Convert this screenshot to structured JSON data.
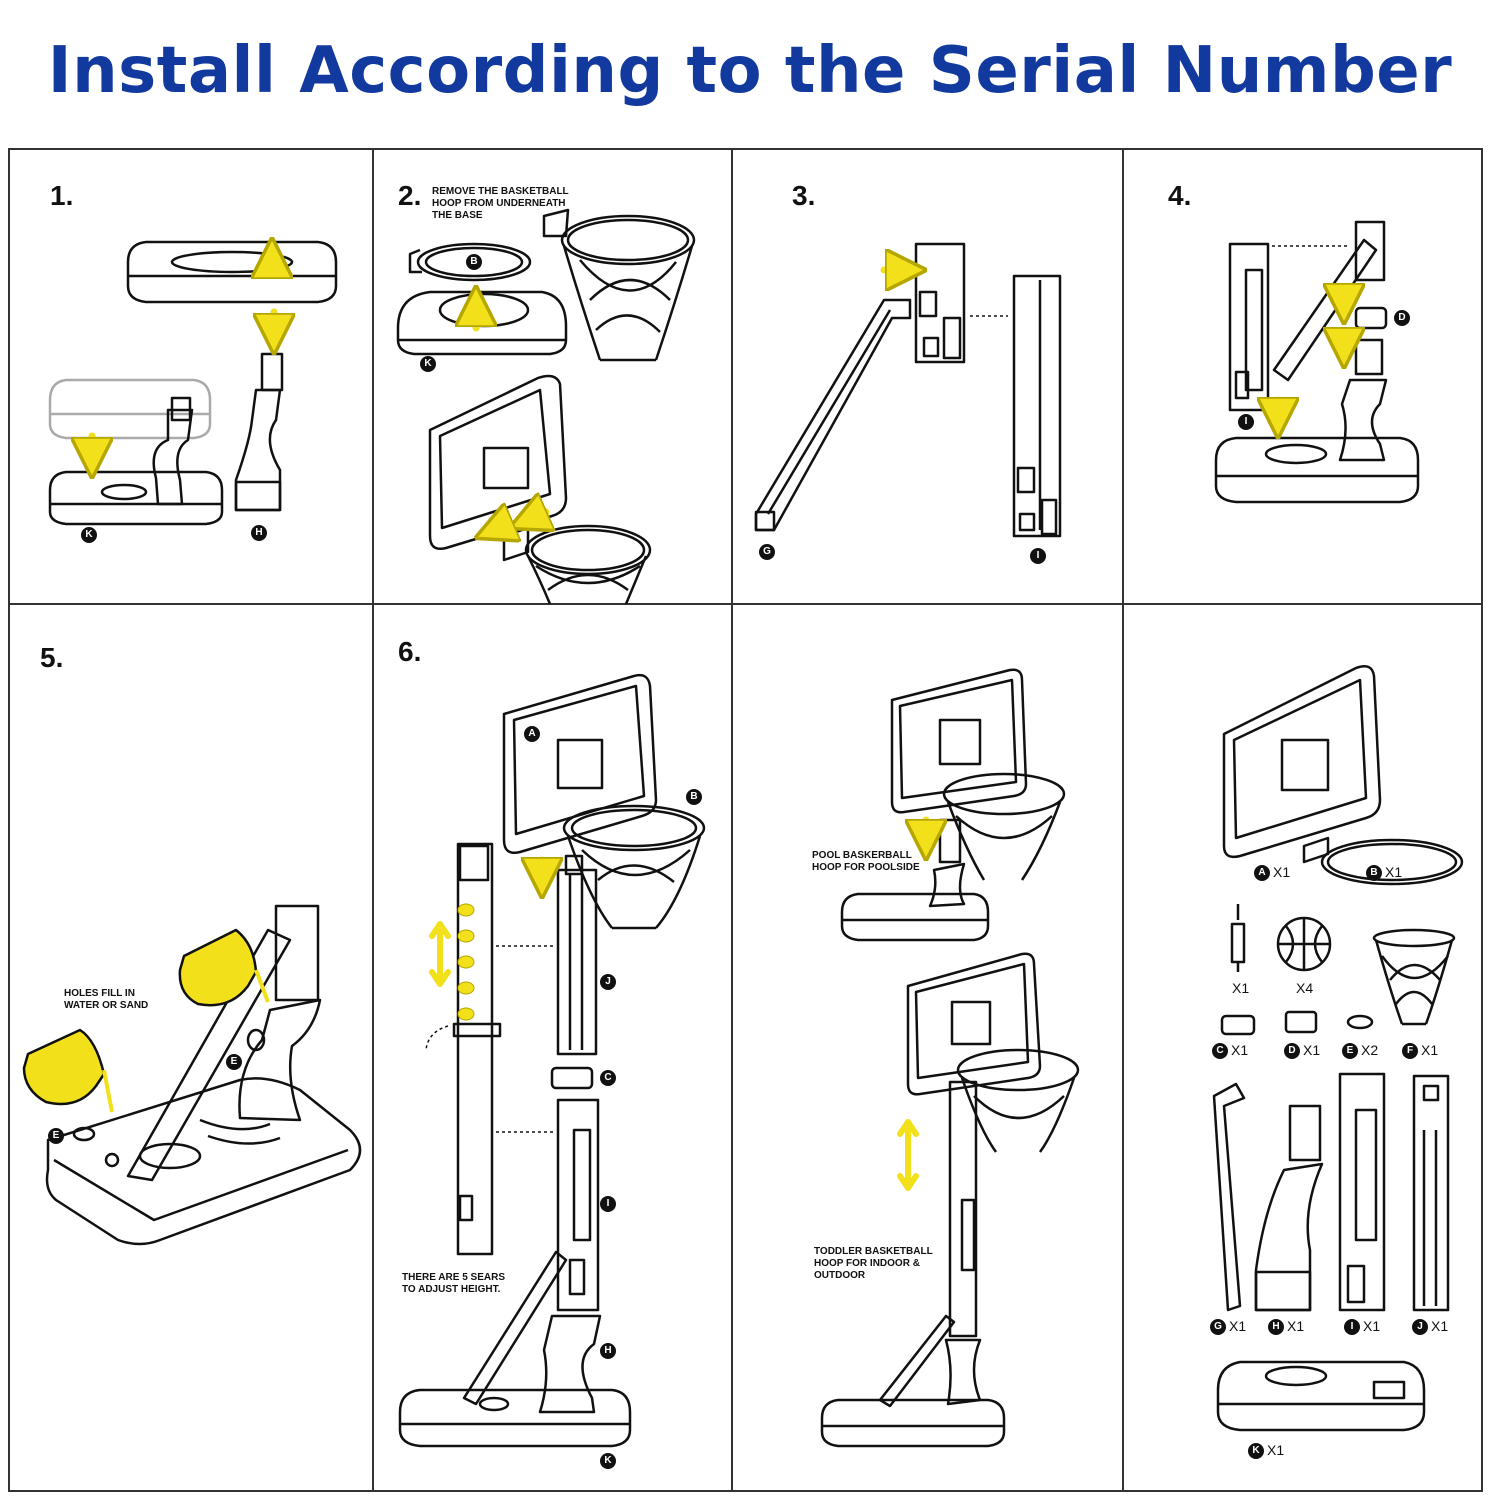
{
  "title": "Install According to the Serial Number",
  "colors": {
    "title": "#123a9e",
    "arrow": "#f2e01a",
    "line": "#111111",
    "border": "#333333"
  },
  "steps": [
    {
      "number": "1.",
      "labels": [
        "K",
        "H"
      ]
    },
    {
      "number": "2.",
      "note": "REMOVE THE BASKETBALL\nHOOP FROM UNDERNEATH\nTHE BASE",
      "labels": [
        "B",
        "K"
      ]
    },
    {
      "number": "3.",
      "labels": [
        "G",
        "I"
      ]
    },
    {
      "number": "4.",
      "labels": [
        "D",
        "I"
      ]
    },
    {
      "number": "5.",
      "note": "HOLES FILL IN\nWATER OR SAND",
      "labels": [
        "E",
        "E"
      ]
    },
    {
      "number": "6.",
      "note": "THERE ARE 5 SEARS\nTO ADJUST HEIGHT.",
      "labels": [
        "A",
        "B",
        "J",
        "C",
        "I",
        "H",
        "K"
      ]
    }
  ],
  "variants": {
    "pool": "POOL BASKERBALL\nHOOP FOR POOLSIDE",
    "toddler": "TODDLER BASKETBALL\nHOOP FOR INDOOR &\nOUTDOOR"
  },
  "parts": [
    {
      "letter": "A",
      "qty": "X1"
    },
    {
      "letter": "B",
      "qty": "X1"
    },
    {
      "name": "pump",
      "qty": "X1"
    },
    {
      "name": "ball",
      "qty": "X4"
    },
    {
      "name": "net",
      "qty": ""
    },
    {
      "letter": "C",
      "qty": "X1"
    },
    {
      "letter": "D",
      "qty": "X1"
    },
    {
      "letter": "E",
      "qty": "X2"
    },
    {
      "letter": "F",
      "qty": "X1"
    },
    {
      "letter": "G",
      "qty": "X1"
    },
    {
      "letter": "H",
      "qty": "X1"
    },
    {
      "letter": "I",
      "qty": "X1"
    },
    {
      "letter": "J",
      "qty": "X1"
    },
    {
      "letter": "K",
      "qty": "X1"
    }
  ]
}
